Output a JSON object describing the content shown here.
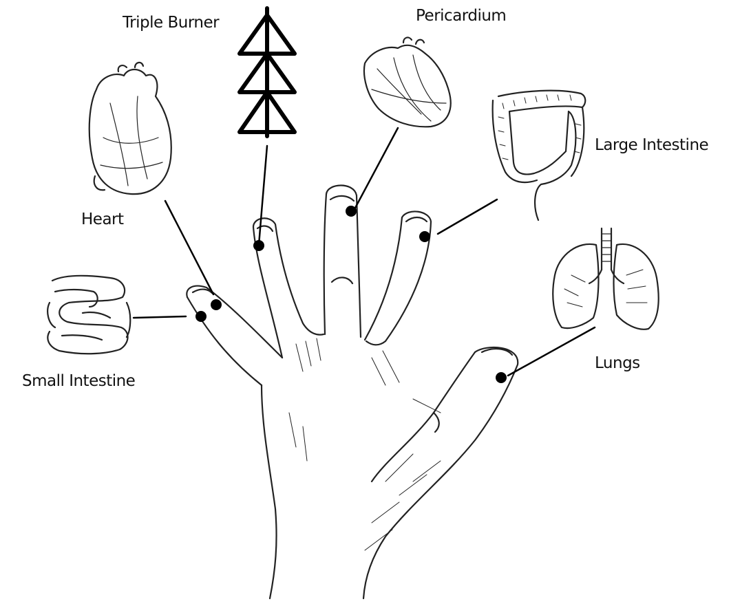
{
  "labels": {
    "triple_burner": "Triple Burner",
    "pericardium": "Pericardium",
    "large_intestine": "Large Intestine",
    "heart": "Heart",
    "lungs": "Lungs",
    "small_intestine": "Small Intestine"
  },
  "colors": {
    "ink": "#111111",
    "background": "#ffffff"
  },
  "icons": [
    "triple-burner-symbol-icon",
    "heart-icon",
    "pericardium-heart-icon",
    "large-intestine-icon",
    "lungs-icon",
    "small-intestine-icon",
    "hand-illustration"
  ]
}
